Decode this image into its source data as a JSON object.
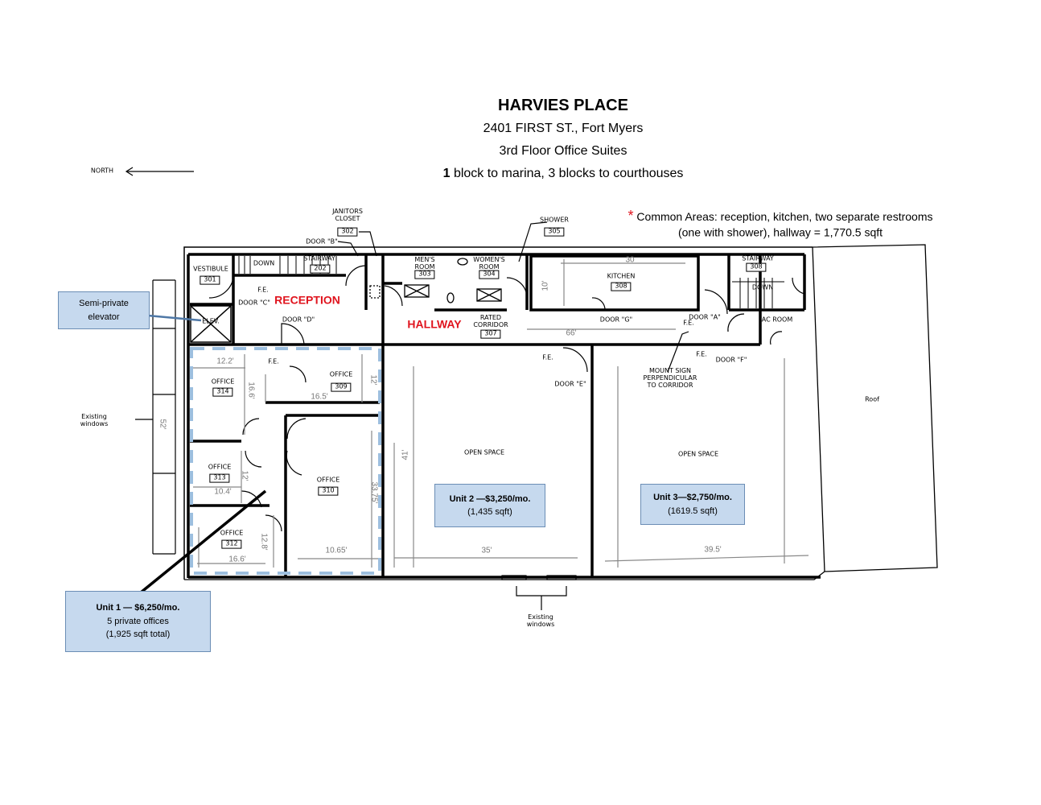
{
  "header": {
    "title": "HARVIES PLACE",
    "address": "2401 FIRST ST., Fort Myers",
    "subtitle": "3rd Floor Office Suites",
    "tagline_bold": "1",
    "tagline_rest": " block to marina, 3 blocks to courthouses"
  },
  "north_label": "NORTH",
  "common_note": {
    "asterisk": "*",
    "line1": "Common Areas: reception, kitchen, two separate restrooms",
    "line2": "(one with shower), hallway = 1,770.5 sqft"
  },
  "rooms": {
    "janitors": {
      "label": "JANITORS\nCLOSET",
      "num": "302"
    },
    "shower": {
      "label": "SHOWER",
      "num": "305"
    },
    "vestibule": {
      "label": "VESTIBULE",
      "num": "301"
    },
    "stairway_w": {
      "label": "STAIRWAY",
      "num": "202",
      "down": "DOWN"
    },
    "mens": {
      "label": "MEN'S\nROOM",
      "num": "303"
    },
    "womens": {
      "label": "WOMEN'S\nROOM",
      "num": "304"
    },
    "kitchen": {
      "label": "KITCHEN",
      "num": "308"
    },
    "stairway_e": {
      "label": "STAIRWAY",
      "num": "308",
      "down": "DOWN"
    },
    "corridor": {
      "label": "RATED\nCORRIDOR",
      "num": "307"
    },
    "ac_room": {
      "label": "AC ROOM"
    },
    "office314": {
      "label": "OFFICE",
      "num": "314"
    },
    "office309": {
      "label": "OFFICE",
      "num": "309"
    },
    "office313": {
      "label": "OFFICE",
      "num": "313"
    },
    "office310": {
      "label": "OFFICE",
      "num": "310"
    },
    "office312": {
      "label": "OFFICE",
      "num": "312"
    },
    "open2": {
      "label": "OPEN SPACE"
    },
    "open3": {
      "label": "OPEN SPACE"
    },
    "roof": {
      "label": "Roof"
    },
    "elev": {
      "label": "ELEV."
    }
  },
  "areas": {
    "reception": "RECEPTION",
    "hallway": "HALLWAY"
  },
  "doors": {
    "a": "DOOR \"A\"",
    "b": "DOOR \"B\"",
    "c": "DOOR \"C\"",
    "d": "DOOR \"D\"",
    "e": "DOOR \"E\"",
    "f": "DOOR \"F\"",
    "g": "DOOR \"G\""
  },
  "fe": "F.E.",
  "mount_sign": "MOUNT SIGN\nPERPENDICULAR\nTO CORRIDOR",
  "existing_windows": "Existing\nwindows",
  "dims": {
    "d30": "30",
    "d10": "10'",
    "d66": "66'",
    "d12_2": "12.2'",
    "d16_6a": "16.6'",
    "d16_5": "16.5'",
    "d12a": "12'",
    "d52": "52'",
    "d12b": "12'",
    "d10_4": "10.4'",
    "d33_75": "33.75'",
    "d41": "41'",
    "d12_8": "12.8'",
    "d16_6b": "16.6'",
    "d10_65": "10.65'",
    "d35": "35'",
    "d39_5": "39.5'"
  },
  "callouts": {
    "elevator": {
      "line1": "Semi-private",
      "line2": "elevator"
    },
    "unit1": {
      "title": "Unit 1 — $6,250/mo.",
      "line2": "5 private offices",
      "line3": "(1,925 sqft total)"
    },
    "unit2": {
      "title": "Unit 2 —$3,250/mo.",
      "line2": "(1,435 sqft)"
    },
    "unit3": {
      "title": "Unit 3—$2,750/mo.",
      "line2": "(1619.5 sqft)"
    }
  },
  "colors": {
    "accent_red": "#e0141e",
    "callout_fill": "#c6d9ee",
    "unit1_dash": "#9dbfdf"
  }
}
